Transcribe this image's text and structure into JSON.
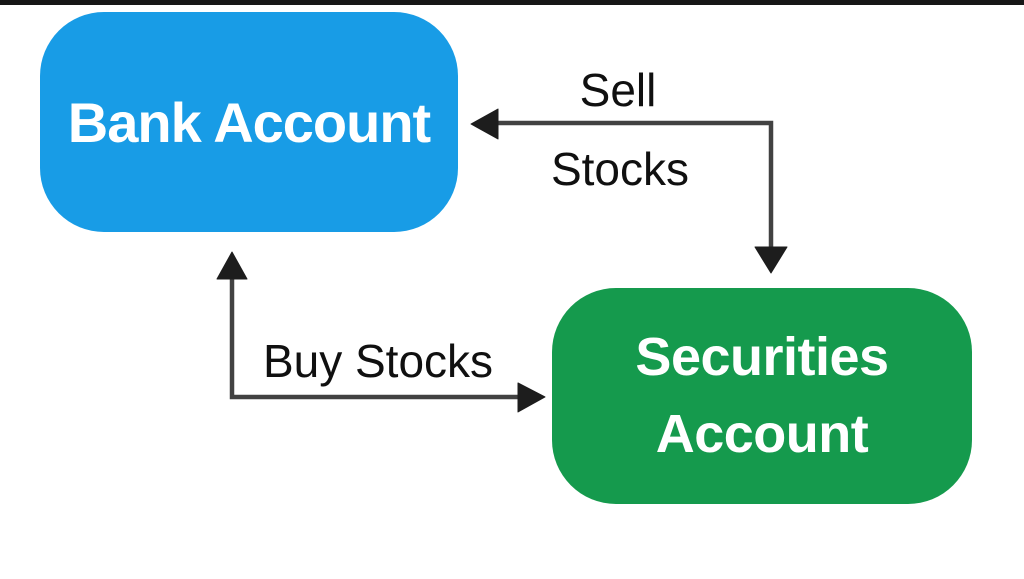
{
  "diagram": {
    "type": "flowchart",
    "nodes": {
      "bank": {
        "label": "Bank Account",
        "fill_color": "#189CE6",
        "text_color": "#FFFFFF"
      },
      "securities": {
        "label_line1": "Securities",
        "label_line2": "Account",
        "fill_color": "#159A4D",
        "text_color": "#FFFFFF"
      }
    },
    "edges": {
      "sell": {
        "label_line1": "Sell",
        "label_line2": "Stocks",
        "shape": "elbow",
        "arrowheads": [
          "left into Bank Account",
          "down into Securities Account"
        ]
      },
      "buy": {
        "label": "Buy Stocks",
        "shape": "elbow",
        "arrowheads": [
          "up into Bank Account",
          "right into Securities Account"
        ]
      }
    }
  },
  "colors": {
    "background": "#FFFFFF",
    "top_bar": "#161616",
    "bank_node_bg": "#189CE6",
    "securities_node_bg": "#159A4D",
    "node_text": "#FFFFFF",
    "edge_line": "#424242",
    "edge_arrowhead": "#1D1D1D",
    "label_text": "#101010"
  }
}
